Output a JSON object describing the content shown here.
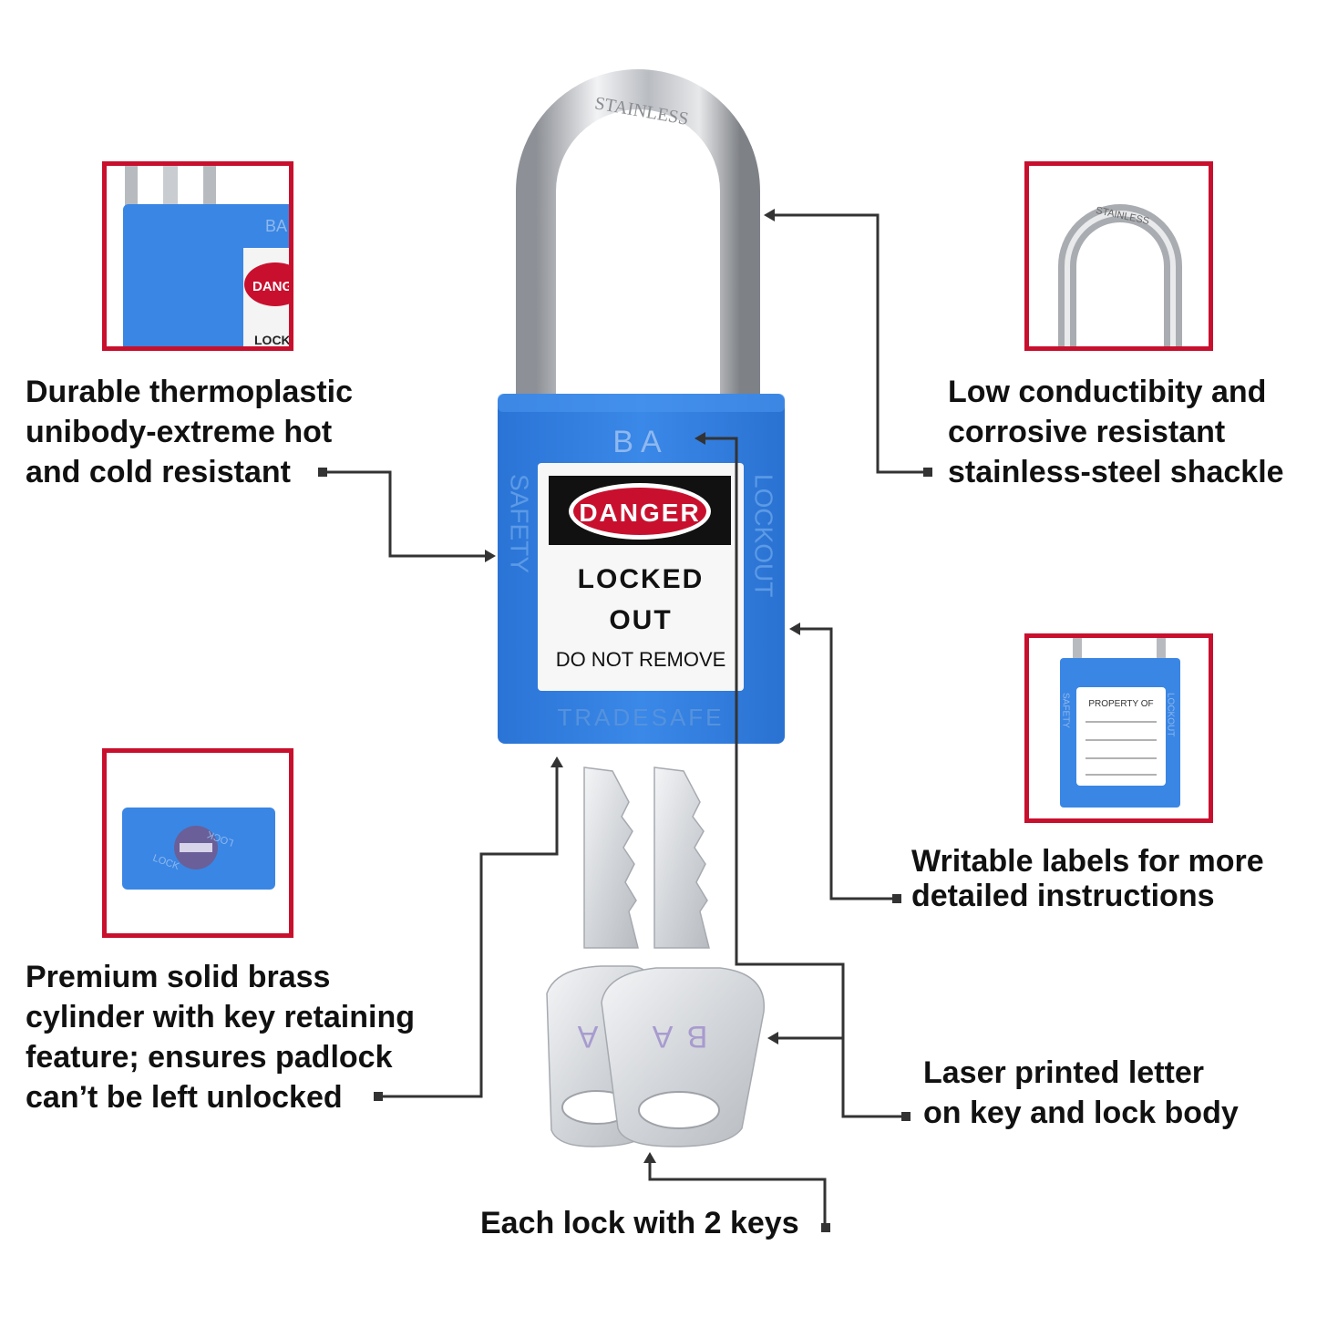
{
  "lock": {
    "code": "BA",
    "side_left": "SAFETY",
    "side_right": "LOCKOUT",
    "brand": "TRADESAFE",
    "shackle_stamp": "STAINLESS",
    "tag": {
      "header": "DANGER",
      "line1": "LOCKED",
      "line2": "OUT",
      "line3": "DO NOT REMOVE"
    }
  },
  "keys": {
    "left_letter": "A",
    "right_letter_b": "B",
    "right_letter_a": "A"
  },
  "insets": {
    "body_detail": {
      "code": "BA",
      "tag_partial": "DANGE",
      "locked_partial": "LOCKE"
    },
    "shackle_detail": {
      "stamp": "STAINLESS"
    },
    "label_detail": {
      "heading": "PROPERTY OF",
      "side_left": "SAFETY",
      "side_right": "LOCKOUT"
    },
    "cylinder_detail": {
      "lock_left": "LOCK",
      "lock_right": "LOCK"
    }
  },
  "callouts": {
    "thermoplastic": [
      "Durable thermoplastic",
      "unibody-extreme hot",
      "and cold resistant"
    ],
    "shackle": [
      "Low conductibity and",
      "corrosive resistant",
      "stainless-steel shackle"
    ],
    "labels": [
      "Writable labels for more",
      "detailed instructions"
    ],
    "cylinder": [
      "Premium solid brass",
      "cylinder with key retaining",
      "feature; ensures padlock",
      "can’t be left unlocked"
    ],
    "letter": [
      "Laser printed letter",
      "on key and lock body"
    ],
    "keys": [
      "Each lock with 2 keys"
    ]
  },
  "colors": {
    "accent_red": "#c8102e",
    "lock_blue": "#2f7fe0",
    "line": "#333333"
  }
}
